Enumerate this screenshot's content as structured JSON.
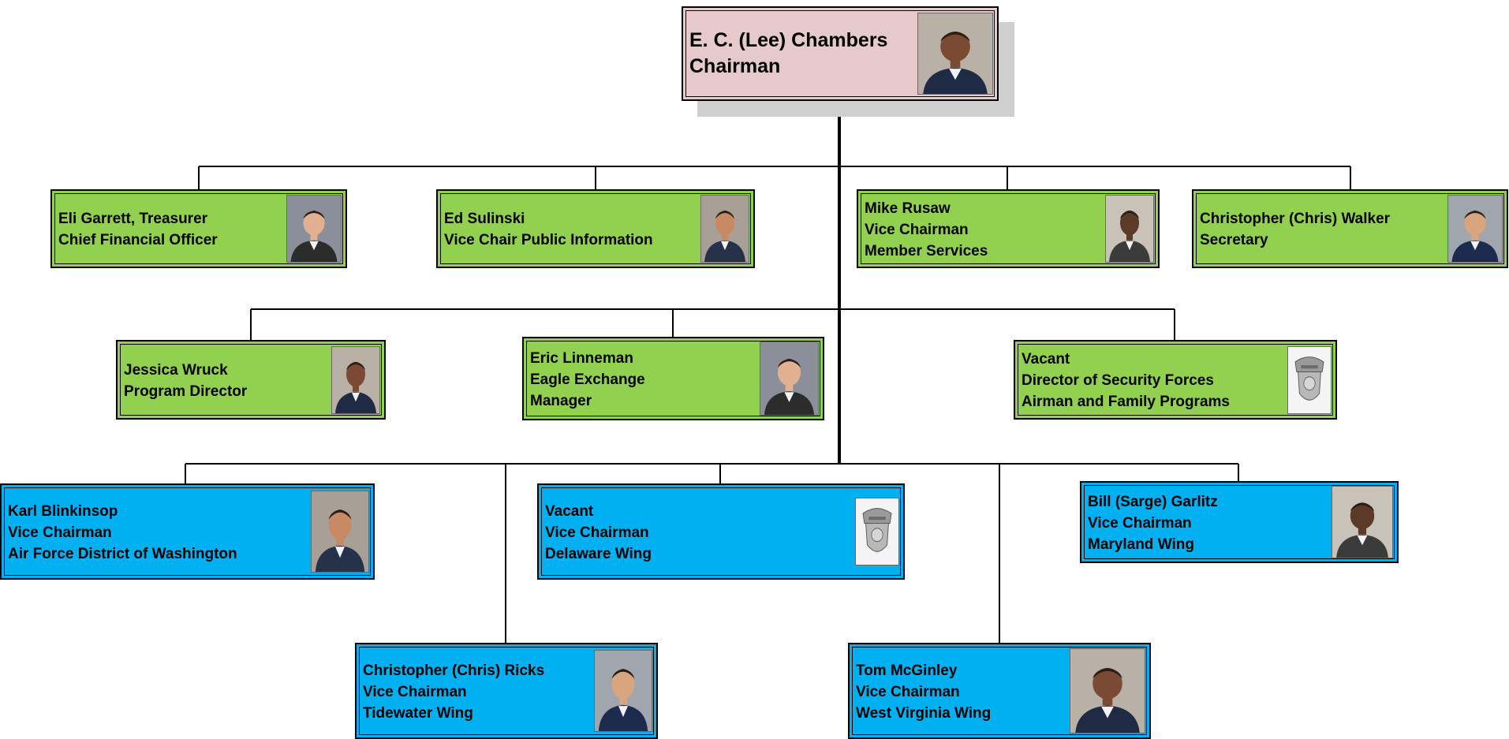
{
  "chairman": {
    "lines": [
      "E. C. (Lee) Chambers",
      " Chairman"
    ],
    "photo": "person-photo"
  },
  "tier1": [
    {
      "lines": [
        "Eli Garrett, Treasurer",
        "Chief Financial Officer"
      ],
      "photo": "person-photo"
    },
    {
      "lines": [
        "Ed Sulinski",
        "Vice Chair Public Information"
      ],
      "photo": "person-photo"
    },
    {
      "lines": [
        "Mike Rusaw",
        "Vice Chairman",
        "Member Services"
      ],
      "photo": "person-photo"
    },
    {
      "lines": [
        "Christopher (Chris) Walker",
        "Secretary"
      ],
      "photo": "person-photo"
    }
  ],
  "tier2": [
    {
      "lines": [
        "Jessica Wruck",
        "Program Director"
      ],
      "photo": "person-photo"
    },
    {
      "lines": [
        "Eric Linneman",
        "Eagle Exchange",
        "Manager"
      ],
      "photo": "person-photo"
    },
    {
      "lines": [
        "Vacant",
        "Director of Security Forces",
        "Airman and Family Programs"
      ],
      "photo": "security-forces-badge"
    }
  ],
  "tier3": [
    {
      "lines": [
        "Karl Blinkinsop",
        "Vice Chairman",
        "Air Force District of Washington"
      ],
      "photo": "person-photo"
    },
    {
      "lines": [
        "Vacant",
        "Vice Chairman",
        "Delaware Wing"
      ],
      "photo": "security-forces-badge"
    },
    {
      "lines": [
        "Bill (Sarge) Garlitz",
        "Vice Chairman",
        "Maryland Wing"
      ],
      "photo": "person-photo"
    }
  ],
  "tier4": [
    {
      "lines": [
        "Christopher (Chris) Ricks",
        "Vice Chairman",
        "Tidewater Wing"
      ],
      "photo": "person-photo"
    },
    {
      "lines": [
        "Tom McGinley",
        "Vice Chairman",
        "West Virginia Wing"
      ],
      "photo": "person-photo"
    }
  ],
  "colors": {
    "chairman_fill": "#e6c9cb",
    "officer_fill": "#92d050",
    "wing_fill": "#00b0f0",
    "shadow": "#cfcfcf"
  }
}
